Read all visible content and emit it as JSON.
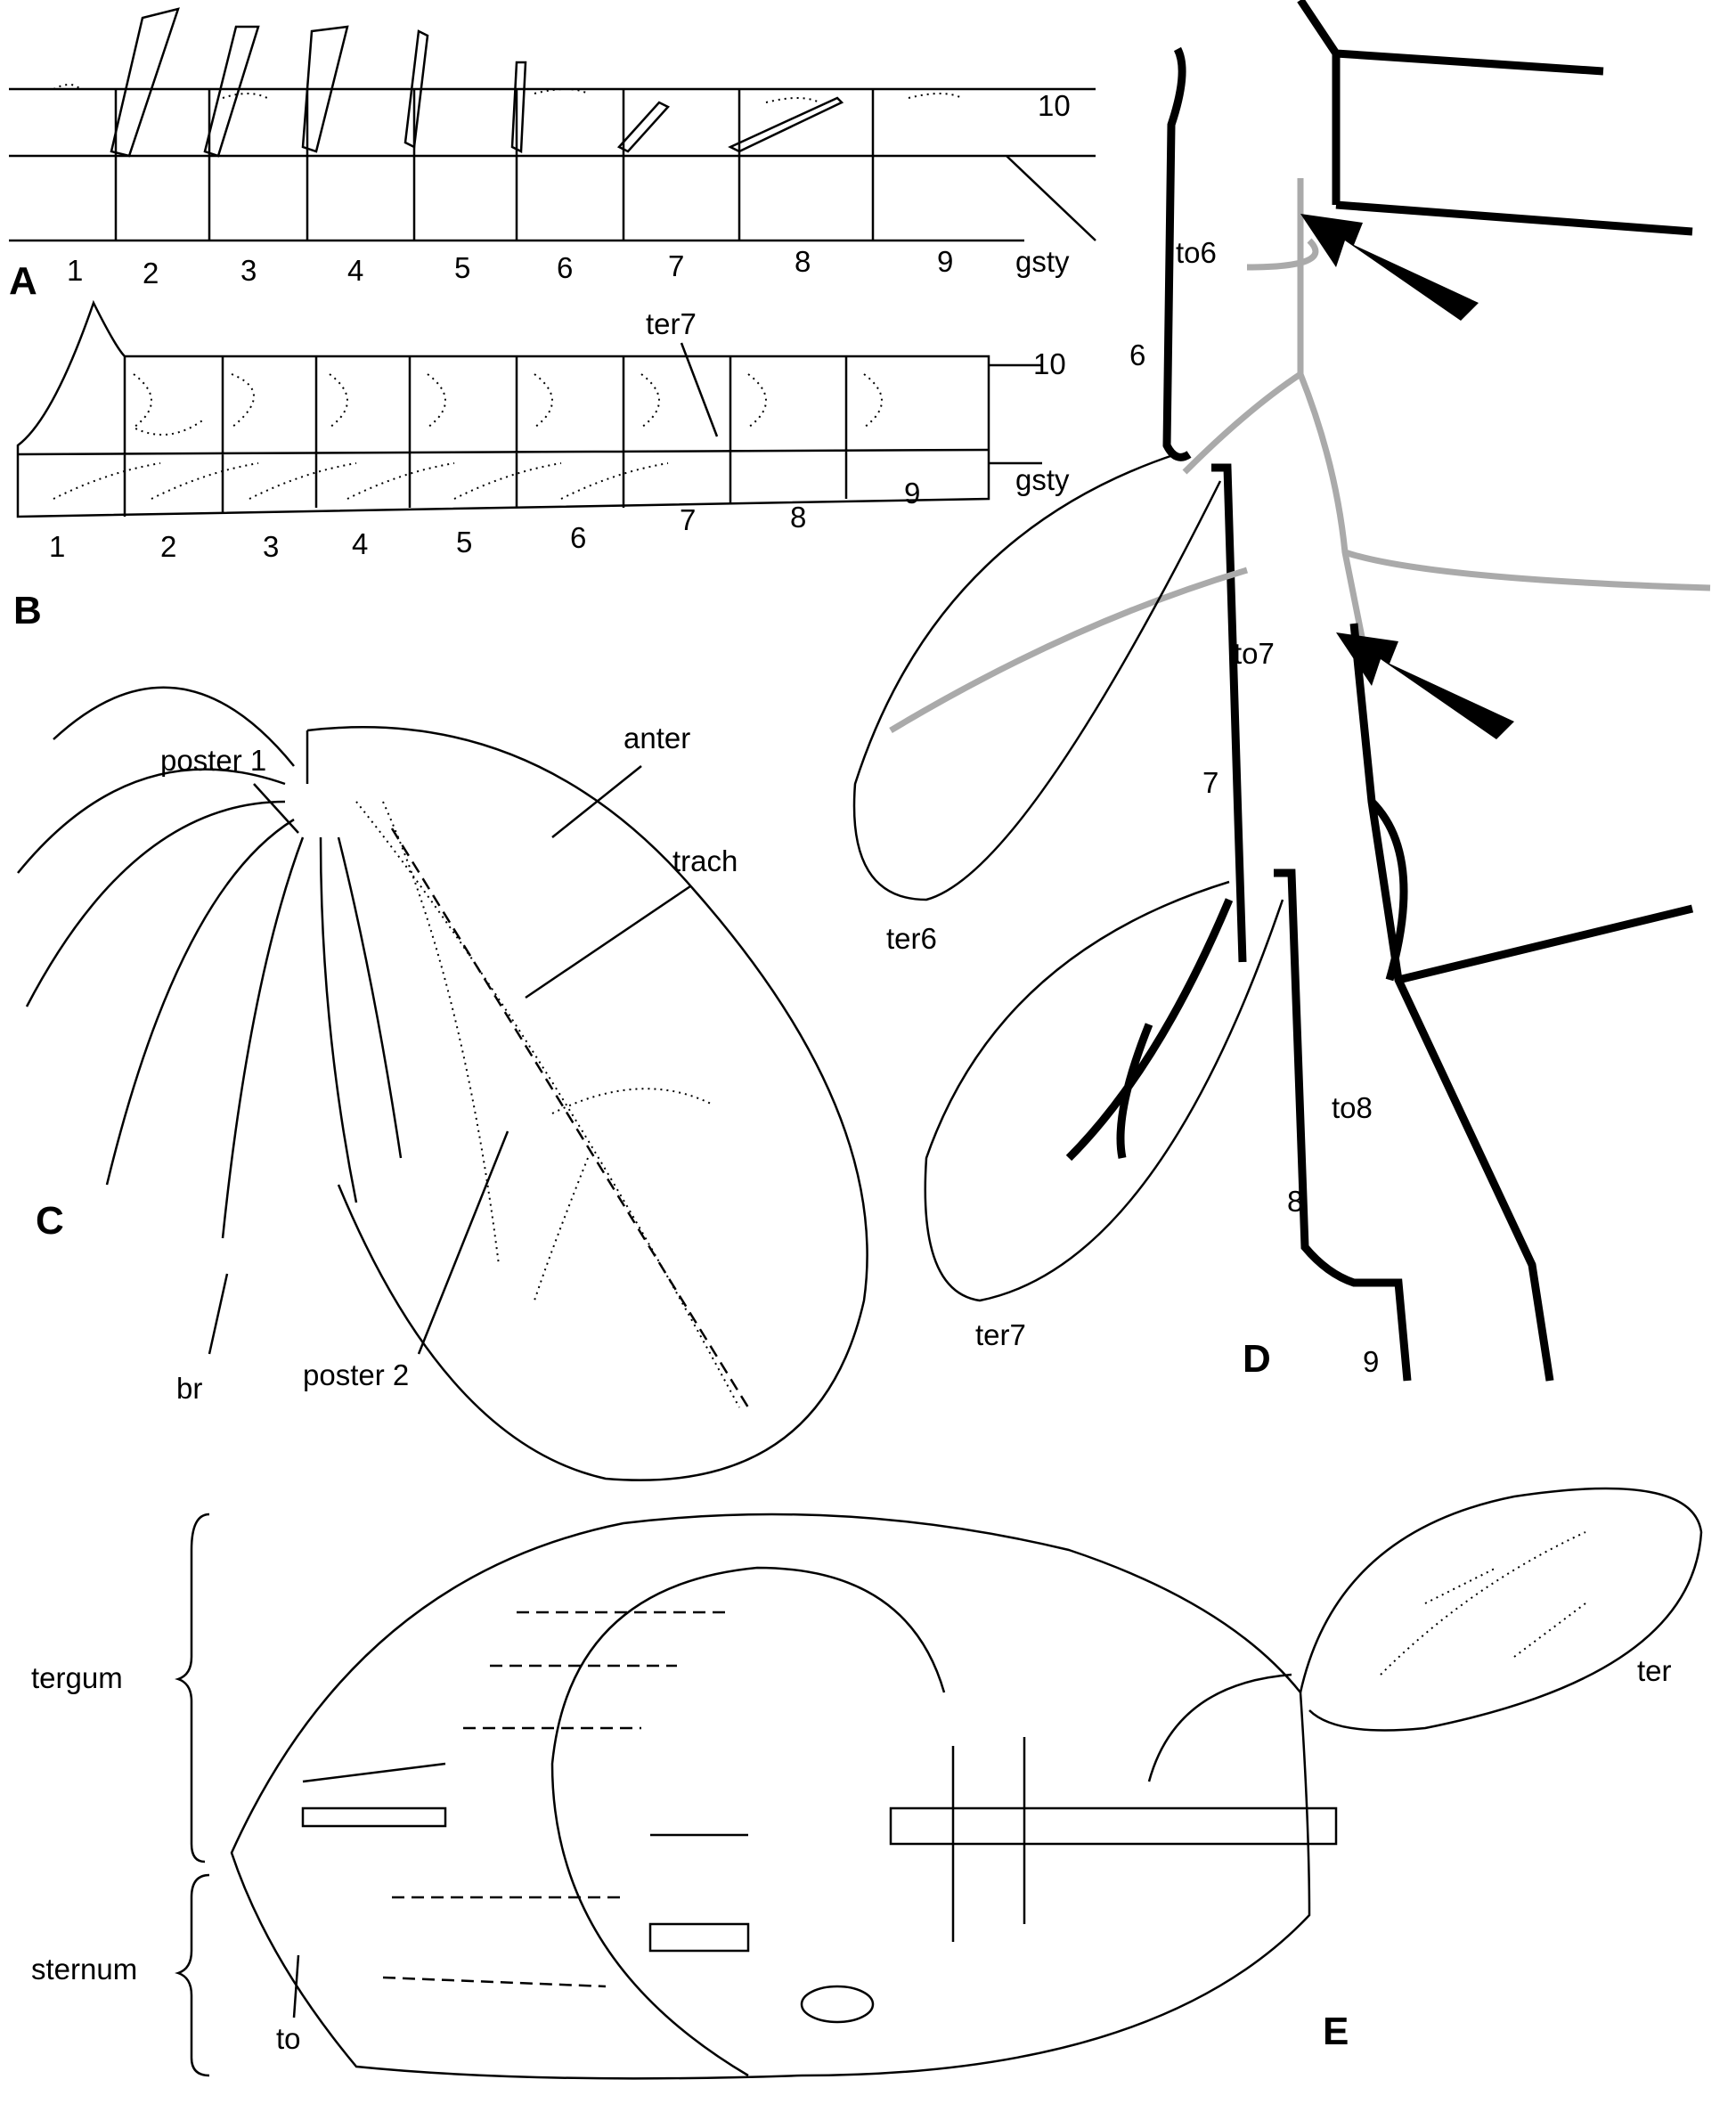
{
  "panels": {
    "A": {
      "letter": "A",
      "segments": [
        "1",
        "2",
        "3",
        "4",
        "5",
        "6",
        "7",
        "8",
        "9"
      ],
      "seg10": "10",
      "gsty": "gsty"
    },
    "B": {
      "letter": "B",
      "segments": [
        "1",
        "2",
        "3",
        "4",
        "5",
        "6",
        "7",
        "8",
        "9"
      ],
      "seg10": "10",
      "gsty": "gsty",
      "ter7": "ter7"
    },
    "C": {
      "letter": "C",
      "poster1": "poster 1",
      "anter": "anter",
      "trach": "trach",
      "poster2": "poster 2",
      "br": "br"
    },
    "D": {
      "letter": "D",
      "to6": "to6",
      "s6": "6",
      "to7": "to7",
      "s7": "7",
      "to8": "to8",
      "s8": "8",
      "s9": "9",
      "ter6": "ter6",
      "ter7": "ter7"
    },
    "E": {
      "letter": "E",
      "tergum": "tergum",
      "sternum": "sternum",
      "to": "to",
      "ter": "ter"
    }
  }
}
